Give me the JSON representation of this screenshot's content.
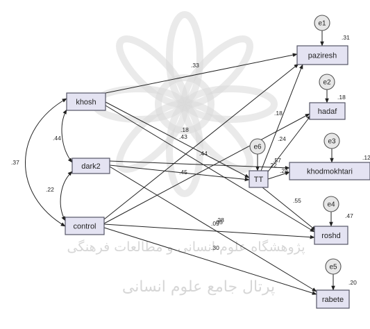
{
  "diagram": {
    "observed": [
      {
        "id": "khosh",
        "label": "khosh"
      },
      {
        "id": "dark2",
        "label": "dark2"
      },
      {
        "id": "control",
        "label": "control"
      },
      {
        "id": "TT",
        "label": "TT"
      },
      {
        "id": "paziresh",
        "label": "paziresh"
      },
      {
        "id": "hadaf",
        "label": "hadaf"
      },
      {
        "id": "khodmokhtari",
        "label": "khodmokhtari"
      },
      {
        "id": "roshd",
        "label": "roshd"
      },
      {
        "id": "rabete",
        "label": "rabete"
      }
    ],
    "errors": [
      {
        "id": "e1",
        "label": "e1",
        "target": "paziresh"
      },
      {
        "id": "e2",
        "label": "e2",
        "target": "hadaf"
      },
      {
        "id": "e3",
        "label": "e3",
        "target": "khodmokhtari"
      },
      {
        "id": "e4",
        "label": "e4",
        "target": "roshd"
      },
      {
        "id": "e5",
        "label": "e5",
        "target": "rabete"
      },
      {
        "id": "e6",
        "label": "e6",
        "target": "TT"
      }
    ],
    "r_squared": [
      {
        "target": "paziresh",
        "value": ".31"
      },
      {
        "target": "hadaf",
        "value": ".18"
      },
      {
        "target": "khodmokhtari",
        "value": ".12"
      },
      {
        "target": "roshd",
        "value": ".47"
      },
      {
        "target": "rabete",
        "value": ".20"
      },
      {
        "target": "TT",
        "value": ".22"
      }
    ],
    "correlations": [
      {
        "from": "khosh",
        "to": "dark2",
        "value": ".44"
      },
      {
        "from": "dark2",
        "to": "control",
        "value": ".22"
      },
      {
        "from": "khosh",
        "to": "control",
        "value": ".37"
      }
    ],
    "paths": [
      {
        "from": "khosh",
        "to": "paziresh",
        "value": ".33"
      },
      {
        "from": "khosh",
        "to": "TT",
        "value": ".44"
      },
      {
        "from": "khosh",
        "to": "roshd",
        "value": ".28"
      },
      {
        "from": "dark2",
        "to": "TT",
        "value": ".45"
      },
      {
        "from": "dark2",
        "to": "khodmokhtari",
        "value": ".57"
      },
      {
        "from": "dark2",
        "to": "rabete",
        "value": ".09"
      },
      {
        "from": "control",
        "to": "paziresh",
        "value": ".18"
      },
      {
        "from": "control",
        "to": "hadaf",
        "value": ".43"
      },
      {
        "from": "control",
        "to": "roshd",
        "value": ".05"
      },
      {
        "from": "control",
        "to": "rabete",
        "value": ".30"
      },
      {
        "from": "TT",
        "to": "paziresh",
        "value": ".18"
      },
      {
        "from": "TT",
        "to": "hadaf",
        "value": ".24"
      },
      {
        "from": "TT",
        "to": "khodmokhtari",
        "value": ".24"
      },
      {
        "from": "TT",
        "to": "roshd",
        "value": ".55"
      }
    ],
    "watermark": {
      "line1": "پژوهشگاه علوم انسانی و مطالعات فرهنگی",
      "line2": "پرتال جامع علوم انسانی"
    }
  }
}
